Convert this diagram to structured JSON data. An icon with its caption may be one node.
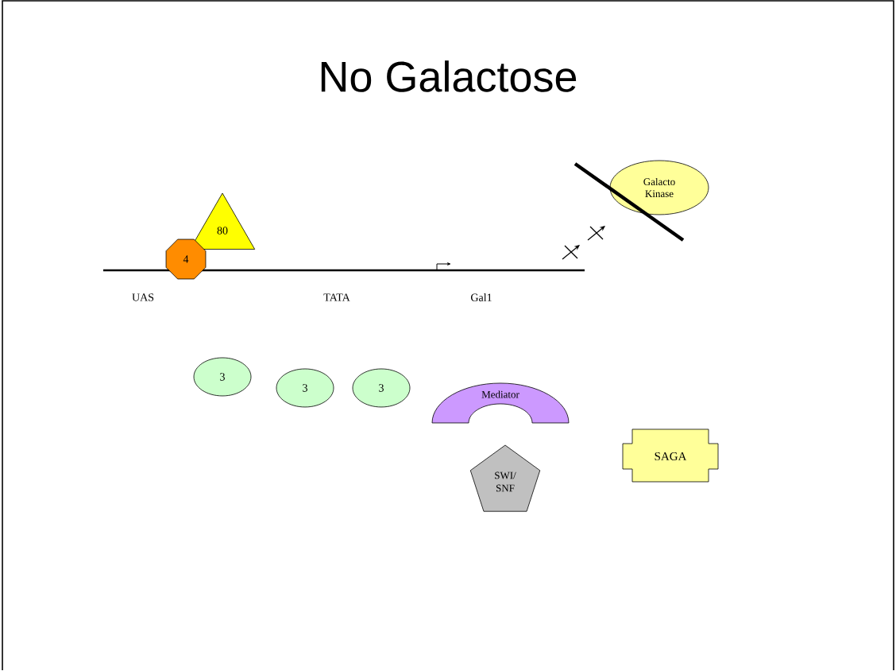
{
  "diagram": {
    "title": "No Galactose",
    "nodes": [
      {
        "text": [
          "80"
        ]
      },
      {
        "text": [
          "4"
        ]
      },
      {
        "text": [
          "Galacto Kinase"
        ]
      },
      {
        "text": [
          "3"
        ]
      },
      {
        "text": [
          "3"
        ]
      },
      {
        "text": [
          "3"
        ]
      },
      {
        "text": [
          "Mediator"
        ]
      },
      {
        "text": [
          "SAGA"
        ]
      },
      {
        "text": [
          "SWI/ SNF"
        ]
      }
    ],
    "labels": [
      "UAS",
      "TATA",
      "Gal1"
    ]
  }
}
